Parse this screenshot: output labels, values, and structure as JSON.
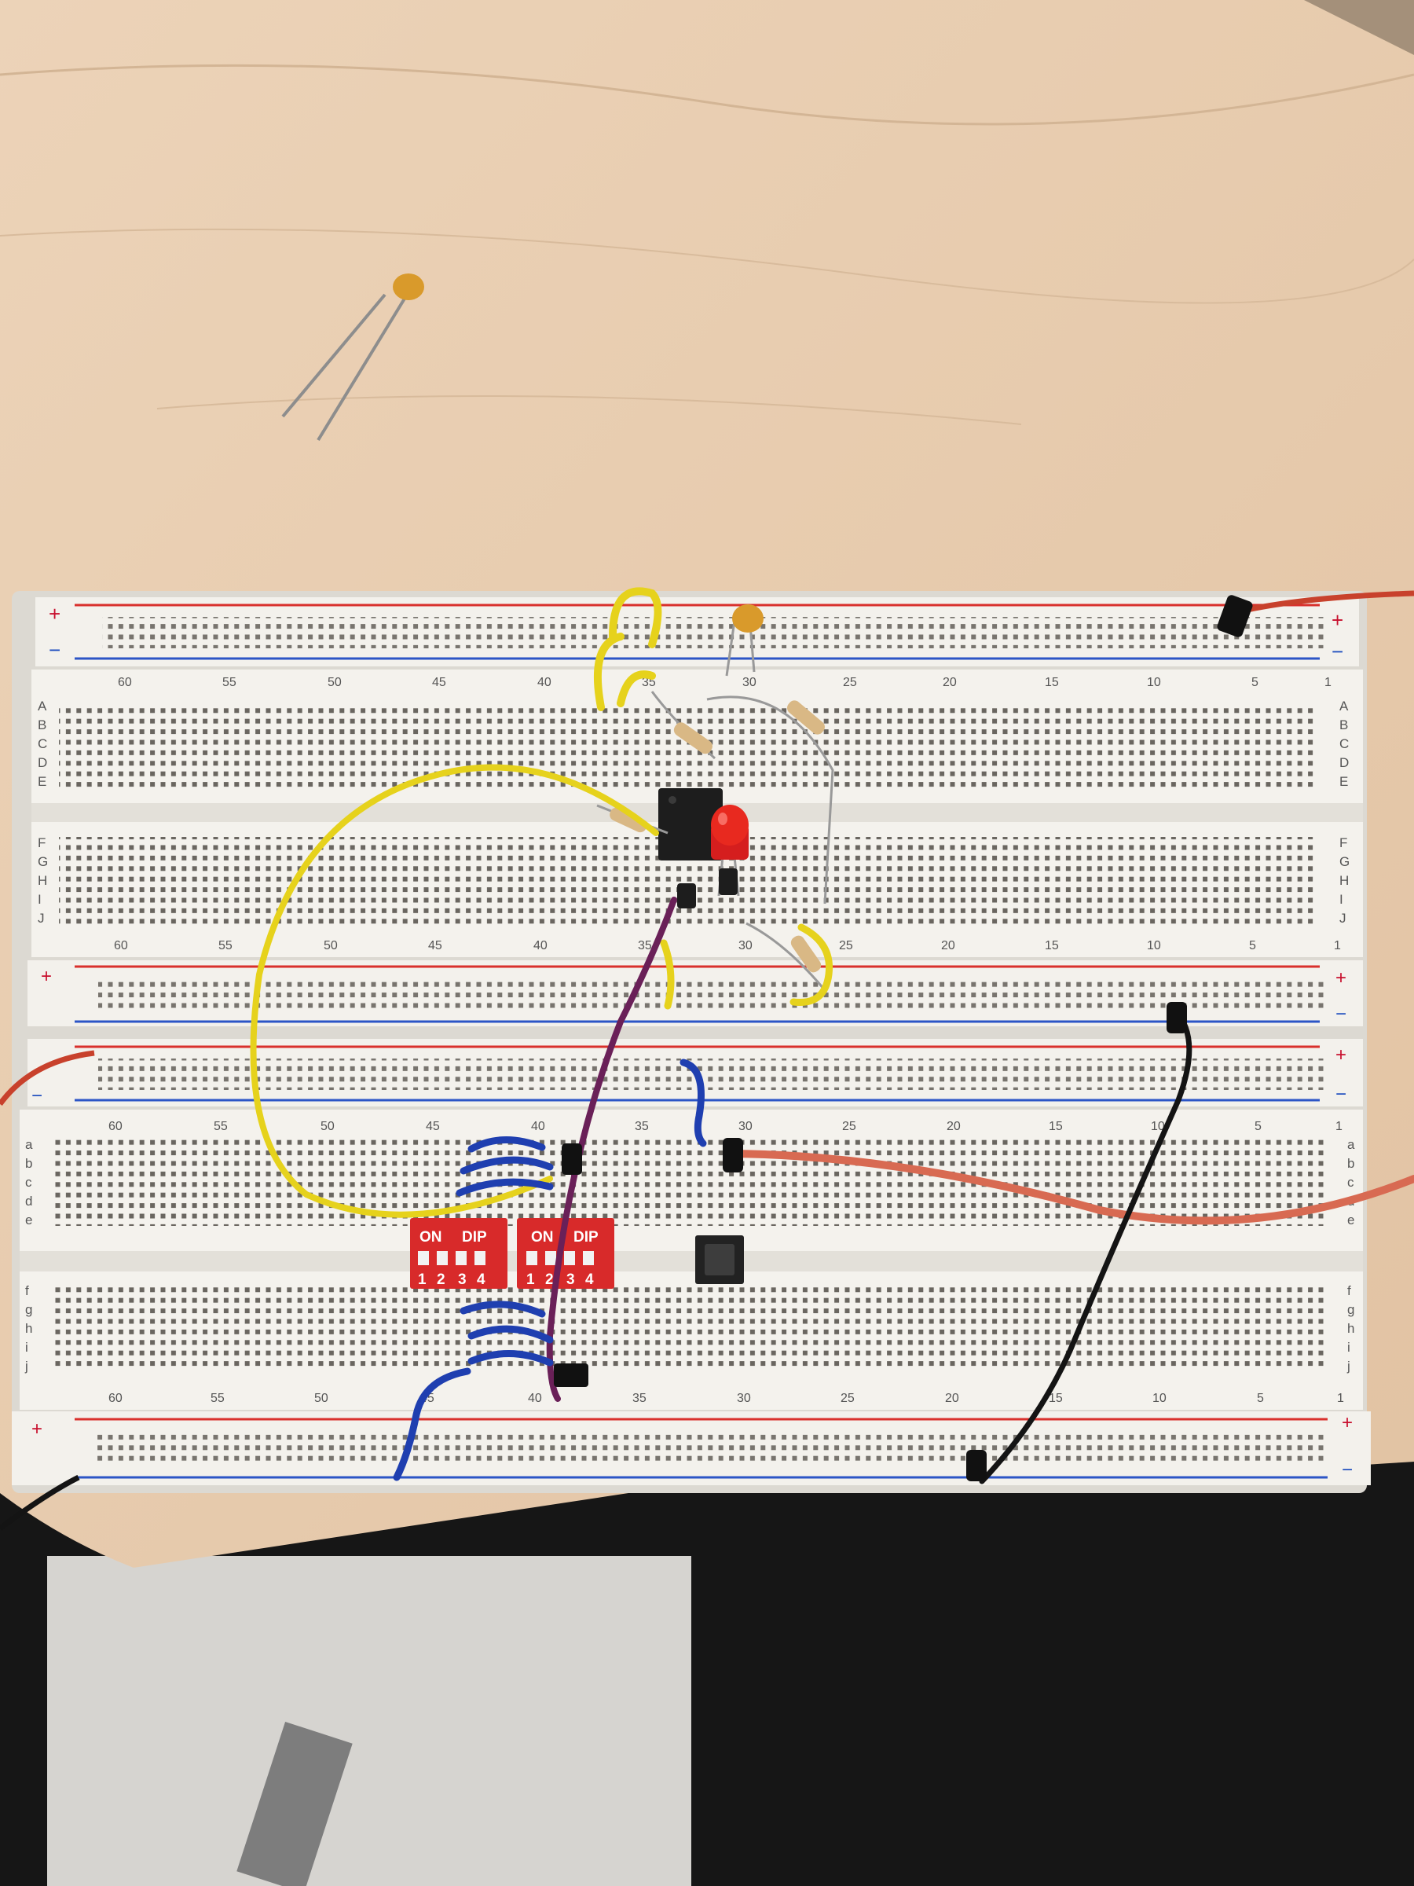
{
  "scene": {
    "subject": "breadboard",
    "colors": {
      "table": "#e8cdb0",
      "board": "#f1efe9",
      "rail_red": "#d9302c",
      "rail_blue": "#2c55c6",
      "floor": "#161616"
    }
  },
  "board": {
    "rail_plus": "+",
    "rail_minus": "−",
    "column_numbers": [
      "60",
      "55",
      "50",
      "45",
      "40",
      "35",
      "30",
      "25",
      "20",
      "15",
      "10",
      "5",
      "1"
    ],
    "upper_half_rows_top": [
      "A",
      "B",
      "C",
      "D",
      "E"
    ],
    "upper_half_rows_bottom": [
      "F",
      "G",
      "H",
      "I",
      "J"
    ],
    "lower_half_rows_top": [
      "a",
      "b",
      "c",
      "d",
      "e"
    ],
    "lower_half_rows_bottom": [
      "f",
      "g",
      "h",
      "i",
      "j"
    ]
  },
  "components": {
    "dip_switch_1": {
      "on_label": "ON",
      "dip_label": "DIP",
      "positions": [
        "1",
        "2",
        "3",
        "4"
      ]
    },
    "dip_switch_2": {
      "on_label": "ON",
      "dip_label": "DIP",
      "positions": [
        "1",
        "2",
        "3",
        "4"
      ]
    },
    "wire_colors": {
      "yellow": "#e6d21c",
      "red": "#c8412c",
      "black": "#141414",
      "blue": "#1f3fb0",
      "purple": "#6a2058"
    }
  }
}
